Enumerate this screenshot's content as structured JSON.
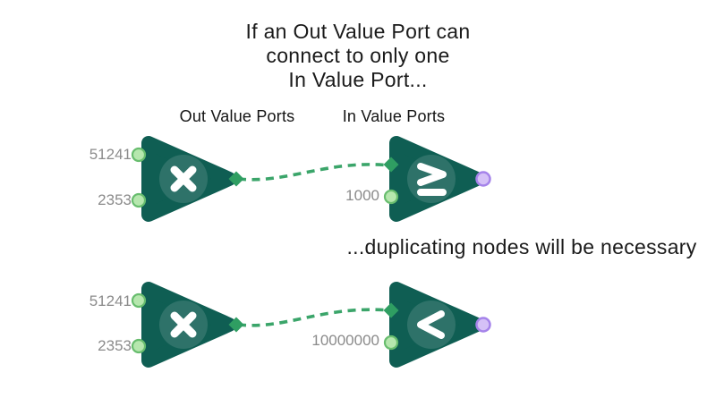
{
  "title": {
    "line1": "If an Out Value Port can",
    "line2": "connect to only one",
    "line3": "In Value Port..."
  },
  "caption": "...duplicating nodes will be necessary",
  "column_labels": {
    "out": "Out Value Ports",
    "in": "In Value Ports"
  },
  "rows": [
    {
      "source_node": {
        "operator": "multiply",
        "inputs": [
          "51241",
          "2353"
        ]
      },
      "target_node": {
        "operator": "greater-or-equal",
        "input": "1000"
      }
    },
    {
      "source_node": {
        "operator": "multiply",
        "inputs": [
          "51241",
          "2353"
        ]
      },
      "target_node": {
        "operator": "less-than",
        "input": "10000000"
      }
    }
  ],
  "colors": {
    "node_body": "#0F5E53",
    "value_port_fill": "#B6E7AE",
    "value_port_stroke": "#68BD6E",
    "flow_diamond_port": "#2F9E62",
    "output_port_fill": "#D5C1F7",
    "output_port_stroke": "#A583EA",
    "connection": "#3BA56A",
    "port_label_gray": "#8B8B8B",
    "text": "#1A1A1A"
  }
}
